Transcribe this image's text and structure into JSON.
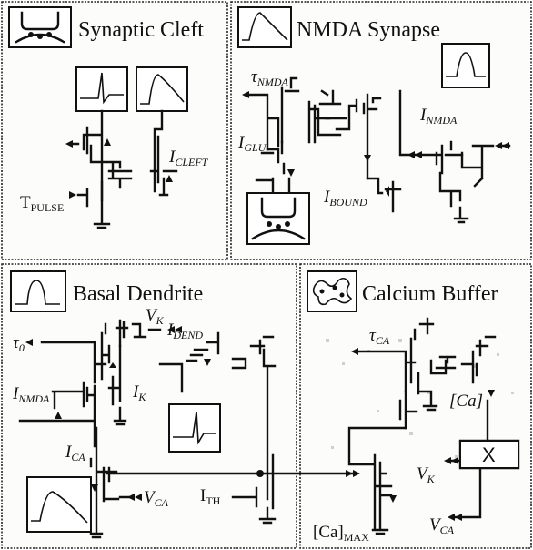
{
  "panels": {
    "synaptic_cleft": {
      "title": "Synaptic Cleft",
      "labels": {
        "icleft_main": "I",
        "icleft_sub": "CLEFT",
        "tpulse_main": "T",
        "tpulse_sub": "PULSE"
      }
    },
    "nmda_synapse": {
      "title": "NMDA Synapse",
      "labels": {
        "tau_main": "τ",
        "tau_sub": "NMDA",
        "iglu_main": "I",
        "iglu_sub": "GLU",
        "inmda_main": "I",
        "inmda_sub": "NMDA",
        "ibound_main": "I",
        "ibound_sub": "BOUND"
      }
    },
    "basal_dendrite": {
      "title": "Basal Dendrite",
      "labels": {
        "tau0_main": "τ",
        "tau0_sub": "0",
        "vk_main": "V",
        "vk_sub": "K",
        "idend_main": "I",
        "idend_sub": "DEND",
        "ik_main": "I",
        "ik_sub": "K",
        "inmda_main": "I",
        "inmda_sub": "NMDA",
        "ica_main": "I",
        "ica_sub": "CA",
        "vca_main": "V",
        "vca_sub": "CA",
        "ith_main": "I",
        "ith_sub": "TH"
      }
    },
    "calcium_buffer": {
      "title": "Calcium Buffer",
      "labels": {
        "tauca_main": "τ",
        "tauca_sub": "CA",
        "ca": "[Ca]",
        "camax_main": "[Ca]",
        "camax_sub": "MAX",
        "vk_main": "V",
        "vk_sub": "K",
        "vca_main": "V",
        "vca_sub": "CA",
        "x_block": "X"
      }
    }
  },
  "icons": [
    "cleft-icon",
    "alpha-waveform-icon",
    "pulse-waveform-icon",
    "calcium-buffer-icon",
    "spike-waveform-icon"
  ]
}
